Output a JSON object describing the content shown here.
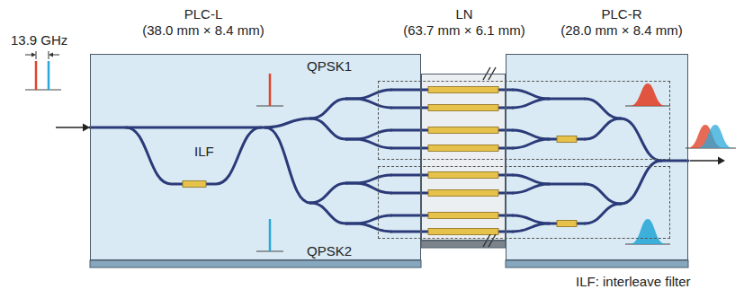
{
  "diagram": {
    "nodes": [
      {
        "text": [
          "PLC-L",
          "(38.0 mm × 8.4 mm)"
        ]
      },
      {
        "text": [
          "LN",
          "(63.7 mm × 6.1 mm)"
        ]
      },
      {
        "text": [
          "PLC-R",
          "(28.0 mm × 8.4 mm)"
        ]
      },
      {
        "text": [
          "QPSK1"
        ]
      },
      {
        "text": [
          "QPSK2"
        ]
      }
    ],
    "labels": [
      "13.9 GHz",
      "ILF",
      "ILF: interleave filter"
    ]
  }
}
